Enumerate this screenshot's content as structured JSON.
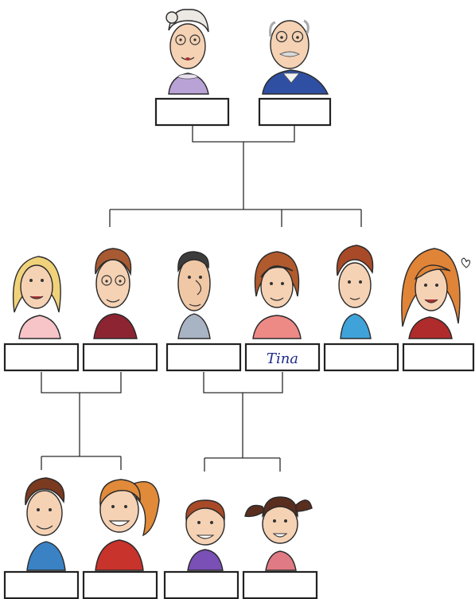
{
  "tree": {
    "generation_1": [
      {
        "id": "grandmother",
        "name": ""
      },
      {
        "id": "grandfather",
        "name": ""
      }
    ],
    "generation_2": [
      {
        "id": "aunt-blonde",
        "name": ""
      },
      {
        "id": "uncle-glasses",
        "name": ""
      },
      {
        "id": "man-grey",
        "name": ""
      },
      {
        "id": "woman-tina",
        "name": "Tina"
      },
      {
        "id": "young-man",
        "name": ""
      },
      {
        "id": "young-woman",
        "name": ""
      }
    ],
    "generation_3": [
      {
        "id": "boy-older",
        "name": ""
      },
      {
        "id": "girl-ponytail",
        "name": ""
      },
      {
        "id": "boy-small",
        "name": ""
      },
      {
        "id": "girl-pigtails",
        "name": ""
      }
    ]
  },
  "colors": {
    "box_border": "#222222",
    "line": "#2b2b2b",
    "handwriting": "#1e2a8a"
  }
}
